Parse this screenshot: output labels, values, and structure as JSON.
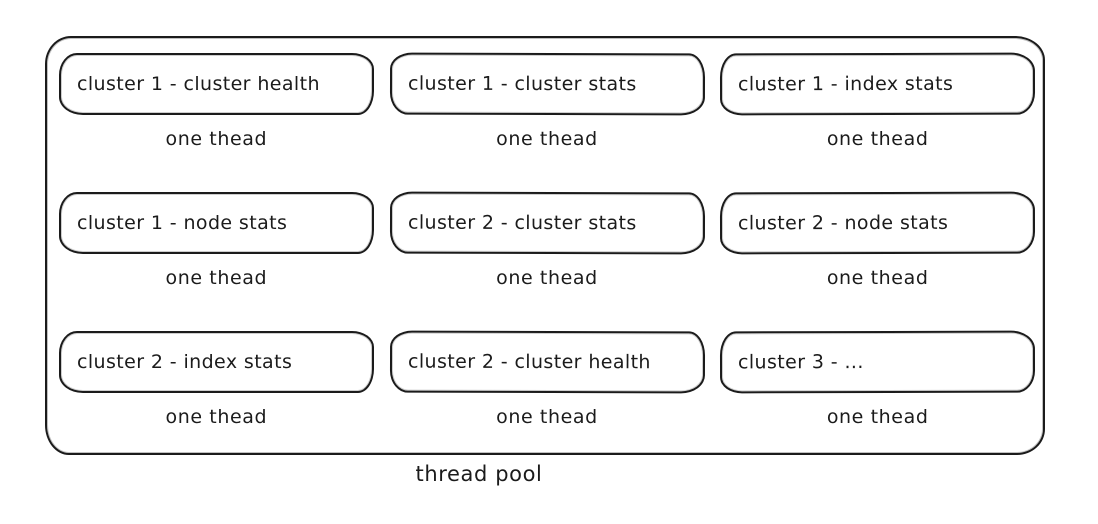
{
  "pool_label": "thread pool",
  "cells": [
    {
      "label": "cluster 1 - cluster health",
      "caption": "one thead"
    },
    {
      "label": "cluster 1 - cluster stats",
      "caption": "one thead"
    },
    {
      "label": "cluster 1 - index stats",
      "caption": "one thead"
    },
    {
      "label": "cluster 1 - node stats",
      "caption": "one thead"
    },
    {
      "label": "cluster 2 - cluster stats",
      "caption": "one thead"
    },
    {
      "label": "cluster 2 - node stats",
      "caption": "one thead"
    },
    {
      "label": "cluster 2 - index stats",
      "caption": "one thead"
    },
    {
      "label": "cluster 2 - cluster health",
      "caption": "one thead"
    },
    {
      "label": "cluster 3 - ...",
      "caption": "one thead"
    }
  ],
  "colors": {
    "stroke": "#1b1b1b",
    "background": "#ffffff"
  }
}
